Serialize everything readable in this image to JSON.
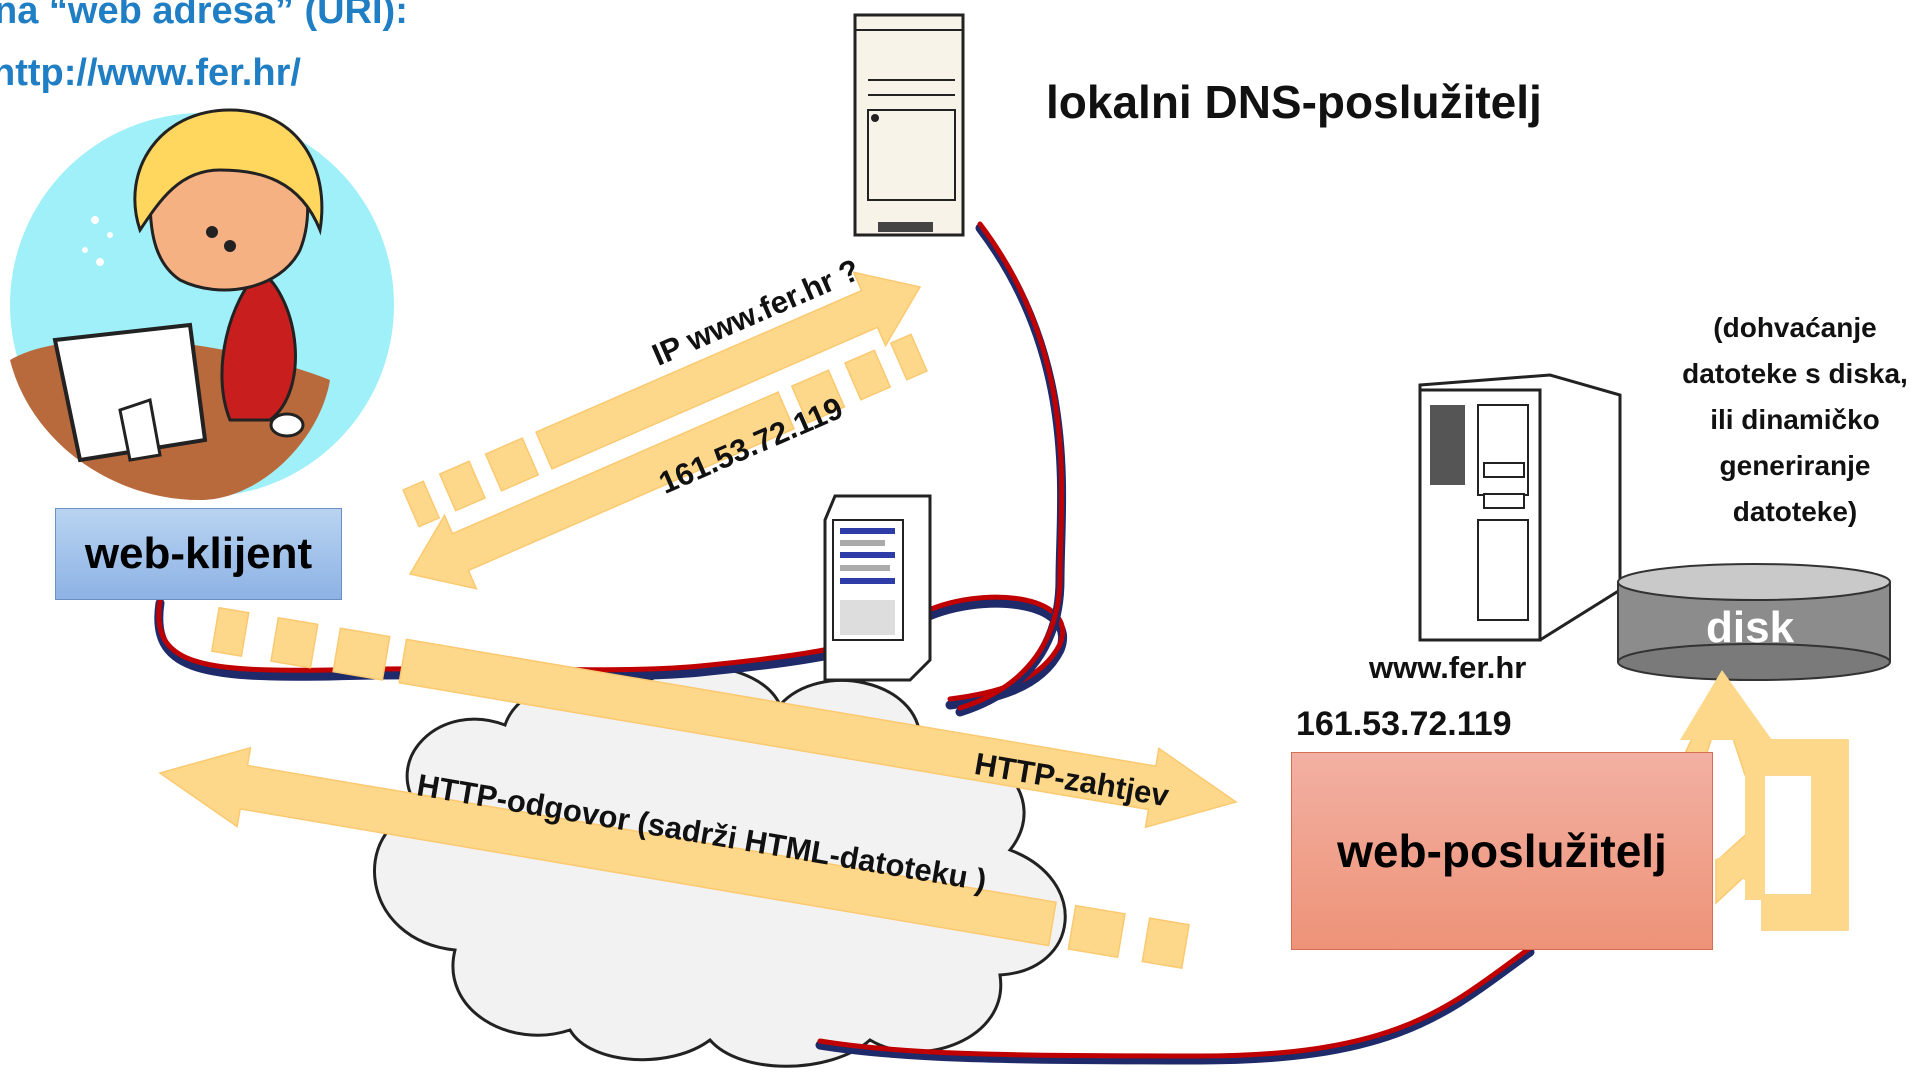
{
  "uri_caption": {
    "line1": "na “web adresa” (URI):",
    "line2": "http://www.fer.hr/"
  },
  "dns_server_label": "lokalni DNS-poslužitelj",
  "client_label": "web-klijent",
  "server_label": "web-poslužitelj",
  "server_hostname": "www.fer.hr",
  "server_ip": "161.53.72.119",
  "dns_query_label": "IP www.fer.hr ?",
  "dns_reply_label": "161.53.72.119",
  "http_request_label": "HTTP-zahtjev",
  "http_response_label": "HTTP-odgovor (sadrži HTML-datoteku )",
  "disk_label": "disk",
  "server_note": [
    "(dohvaćanje",
    "datoteke s diska,",
    "ili dinamičko",
    "generiranje",
    "datoteke)"
  ],
  "colors": {
    "arrow_fill": "#fdd88a",
    "cable_red": "#c00000",
    "cable_blue": "#1f2a6b",
    "uri_blue": "#1f7ec4",
    "client_box": "#a9c6ec",
    "server_box": "#f0a08a",
    "disk_gray": "#8c8c8c"
  }
}
